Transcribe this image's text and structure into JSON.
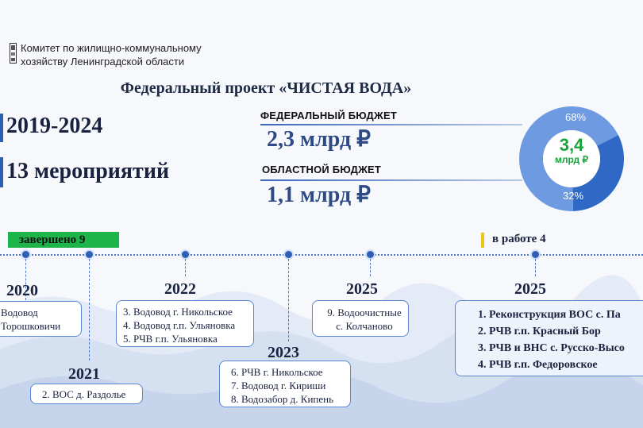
{
  "org": {
    "line1": "Комитет по жилищно-коммунальному",
    "line2": "хозяйству Ленинградской области"
  },
  "title": "Федеральный проект «ЧИСТАЯ ВОДА»",
  "period": "2019-2024",
  "events_count": "13 мероприятий",
  "federal": {
    "label": "ФЕДЕРАЛЬНЫЙ БЮДЖЕТ",
    "value": "2,3 млрд ₽"
  },
  "regional": {
    "label": "ОБЛАСТНОЙ БЮДЖЕТ",
    "value": "1,1 млрд ₽"
  },
  "donut": {
    "total": "3,4",
    "unit": "млрд ₽",
    "federal_pct": "68%",
    "regional_pct": "32%",
    "federal_share": 0.68,
    "colors": {
      "federal": "#6d9ae0",
      "regional": "#2f69c5"
    }
  },
  "status": {
    "done": "завершено  9",
    "in_work": "в работе  4"
  },
  "years": {
    "y2020": "2020",
    "y2021": "2021",
    "y2022": "2022",
    "y2023": "2023",
    "y2025a": "2025",
    "y2025b": "2025"
  },
  "cards": {
    "c2020": [
      "Водовод",
      "Торошковичи"
    ],
    "c2021": [
      "2. ВОС д. Раздолье"
    ],
    "c2022": [
      "3. Водовод г. Никольское",
      "4. Водовод г.п. Ульяновка",
      "5. РЧВ г.п. Ульяновка"
    ],
    "c2023": [
      "6. РЧВ г. Никольское",
      "7. Водовод г. Кириши",
      "8. Водозабор д. Кипень"
    ],
    "c2025a": [
      "9. Водоочистные",
      "с. Колчаново"
    ],
    "c2025b": [
      "1. Реконструкция ВОС с. Па",
      "2. РЧВ г.п. Красный Бор",
      "3. РЧВ и ВНС с. Русско-Высо",
      "4. РЧВ г.п. Федоровское"
    ]
  }
}
